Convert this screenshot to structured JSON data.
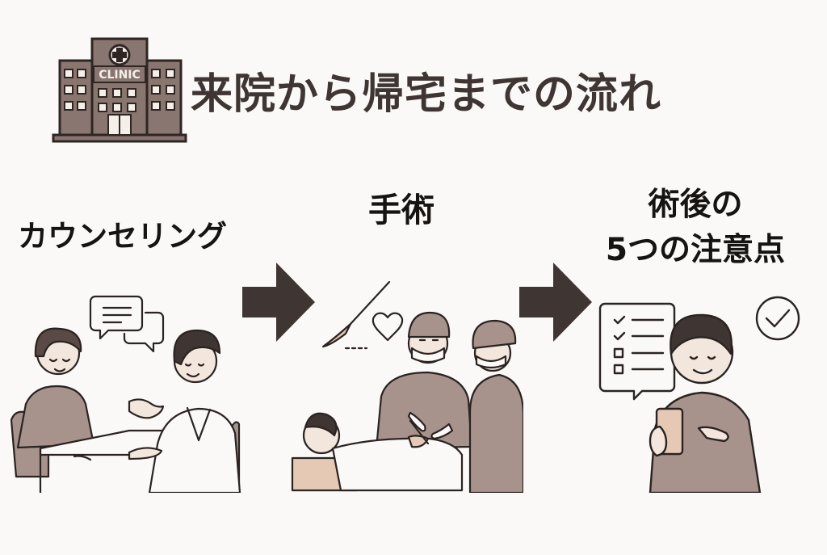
{
  "header": {
    "title": "来院から帰宅までの流れ",
    "clinic_sign": "CLINIC",
    "clinic_icon": "hospital-building-icon"
  },
  "steps": [
    {
      "label": "カウンセリング",
      "icon": "consultation-illustration"
    },
    {
      "label": "手術",
      "icon": "surgery-illustration"
    },
    {
      "label_line1": "術後の",
      "label_line2": "5つの注意点",
      "icon": "aftercare-checklist-illustration"
    }
  ],
  "arrows": [
    "arrow-right-icon",
    "arrow-right-icon"
  ],
  "colors": {
    "background": "#faf9f7",
    "brown_fill": "#8a7670",
    "dark_brown": "#3f3633",
    "skin_tone": "#e6c9b5",
    "pale_fill": "#ece4df"
  }
}
